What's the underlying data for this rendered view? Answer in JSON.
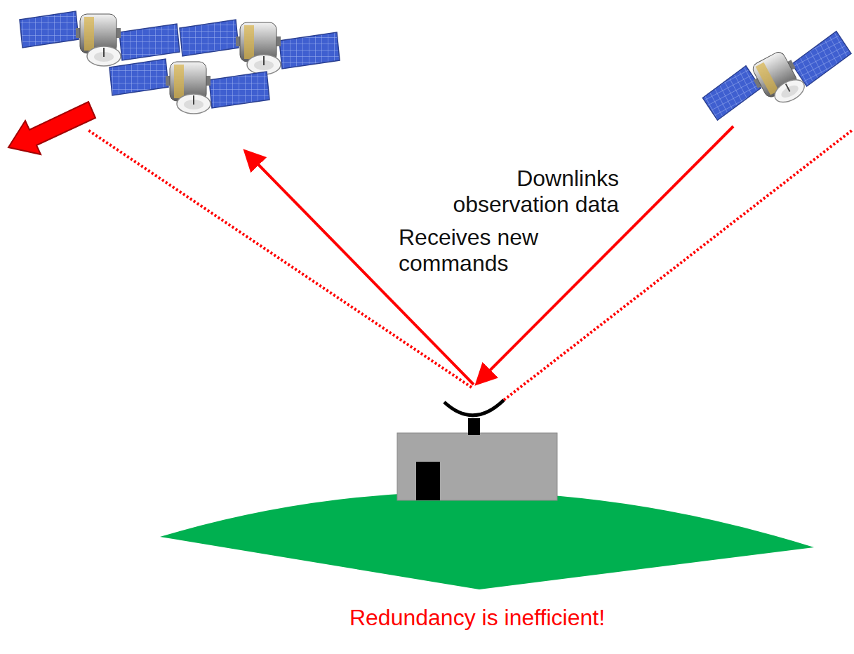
{
  "diagram": {
    "labels": [
      "Downlinks observation data",
      "Receives new commands",
      "Redundancy is inefficient!"
    ]
  }
}
